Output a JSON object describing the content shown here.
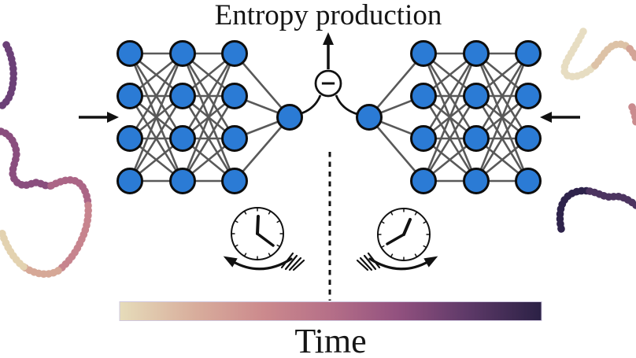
{
  "title": "Entropy production",
  "time_axis": {
    "label": "Time",
    "colormap_stops": [
      {
        "pos": 0.0,
        "color": "#e6dcba"
      },
      {
        "pos": 0.18,
        "color": "#d8ad9c"
      },
      {
        "pos": 0.34,
        "color": "#cc8a8d"
      },
      {
        "pos": 0.5,
        "color": "#b56f88"
      },
      {
        "pos": 0.66,
        "color": "#92517f"
      },
      {
        "pos": 0.82,
        "color": "#5f3a69"
      },
      {
        "pos": 1.0,
        "color": "#2b2145"
      }
    ]
  },
  "operator": {
    "symbol": "−",
    "name": "difference"
  },
  "colors": {
    "background": "#ffffff",
    "node_fill": "#2b7bd5",
    "node_stroke": "#0d0d0d",
    "edge": "#595959",
    "ink": "#111111",
    "colorbar_border": "#cfc8df"
  },
  "networks": {
    "left": {
      "name": "forward-network",
      "hidden_layers": [
        4,
        4,
        4
      ],
      "output_nodes": 1
    },
    "right": {
      "name": "reverse-network",
      "hidden_layers": [
        4,
        4,
        4
      ],
      "output_nodes": 1
    }
  },
  "clocks": {
    "left_direction": "counterclockwise",
    "right_direction": "clockwise"
  },
  "trajectories": {
    "left": {
      "name": "forward-trajectory",
      "segments": [
        {
          "color": "#6b4077"
        },
        {
          "color": "#8a4e7e"
        },
        {
          "color": "#ab6586"
        },
        {
          "color": "#c7848e"
        },
        {
          "color": "#d6a897"
        },
        {
          "color": "#e3d2b0"
        }
      ]
    },
    "right": {
      "name": "reverse-trajectory",
      "segments": [
        {
          "color": "#e7ddc2"
        },
        {
          "color": "#ddc2a6"
        },
        {
          "color": "#d3a496"
        },
        {
          "color": "#c98b8e"
        },
        {
          "color": "#2e234b"
        },
        {
          "color": "#4c3460"
        }
      ]
    }
  }
}
